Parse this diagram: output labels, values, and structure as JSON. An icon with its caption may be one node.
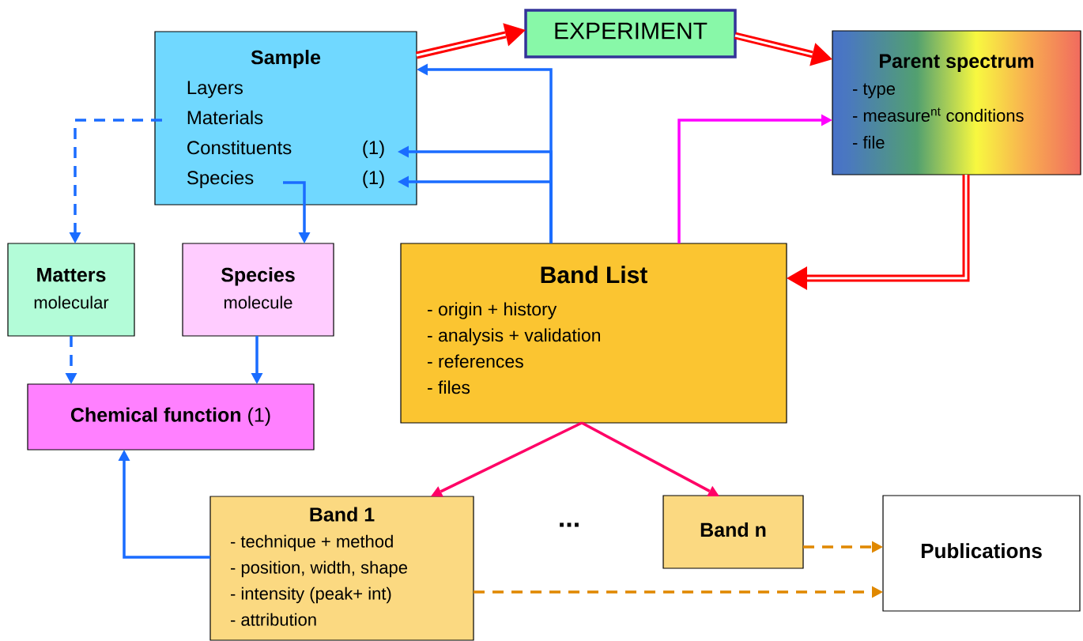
{
  "diagram": {
    "nodes": [
      {
        "text": [
          "Sample",
          "Layers",
          "Materials",
          "Constituents",
          "(1)",
          "Species",
          "(1)"
        ]
      },
      {
        "text": [
          "EXPERIMENT"
        ]
      },
      {
        "text": [
          "Parent spectrum",
          "- type",
          "- measure$^{nt}$ conditions",
          "- file"
        ]
      },
      {
        "text": [
          "Matters",
          "molecular"
        ]
      },
      {
        "text": [
          "Species",
          "molecule"
        ]
      },
      {
        "text": [
          "Band List",
          "- origin + history",
          "- analysis + validation",
          "- references",
          "- files"
        ]
      },
      {
        "text": [
          "**Chemical function** (1)"
        ]
      },
      {
        "text": [
          "Band 1",
          "- technique + method",
          "- position, width, shape",
          "- intensity (peak+ int)",
          "- attribution"
        ]
      },
      {
        "text": [
          "Band n"
        ]
      },
      {
        "text": [
          "Publications"
        ]
      }
    ],
    "edges": [
      {
        "from": 0,
        "to": 1,
        "arrow": "to",
        "style": "thick",
        "color": "#ff0000"
      },
      {
        "from": 1,
        "to": 2,
        "arrow": "to",
        "style": "thick",
        "color": "#ff0000"
      },
      {
        "from": 2,
        "to": 5,
        "arrow": "to",
        "style": "thick",
        "color": "#ff0000"
      },
      {
        "from": 5,
        "to": 0,
        "arrow": "to"
      },
      {
        "from": 5,
        "to": 0,
        "arrow": "to"
      },
      {
        "from": 5,
        "to": 0,
        "arrow": "to"
      },
      {
        "from": 5,
        "to": 2,
        "arrow": "to",
        "color": "#ff00ff"
      },
      {
        "from": 0,
        "to": 3,
        "arrow": "to",
        "style": "dashed"
      },
      {
        "from": 0,
        "to": 4,
        "arrow": "to"
      },
      {
        "from": 3,
        "to": 6,
        "arrow": "to",
        "style": "dashed"
      },
      {
        "from": 4,
        "to": 6,
        "arrow": "to"
      },
      {
        "from": 7,
        "to": 6,
        "arrow": "to"
      },
      {
        "from": 5,
        "to": 7,
        "arrow": "to",
        "color": "#ff0066"
      },
      {
        "from": 5,
        "to": 8,
        "arrow": "to",
        "color": "#ff0066"
      },
      {
        "from": 8,
        "to": 9,
        "arrow": "to",
        "style": "dashed",
        "color": "#e08800"
      },
      {
        "from": 7,
        "to": 9,
        "arrow": "to",
        "style": "dashed",
        "color": "#e08800"
      }
    ],
    "labels": [
      "..."
    ]
  }
}
